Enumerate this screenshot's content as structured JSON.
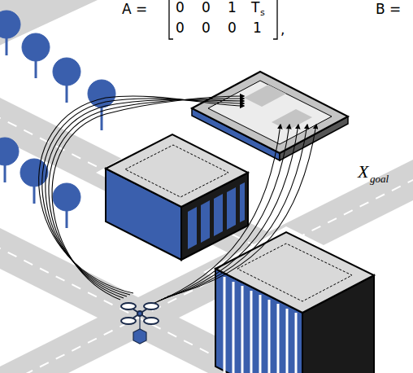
{
  "diagram": {
    "labels": [
      "A =",
      "0",
      "0",
      "1",
      "T",
      "s",
      "0",
      "0",
      "0",
      "1",
      ",",
      "B =",
      "X",
      "goal"
    ]
  }
}
